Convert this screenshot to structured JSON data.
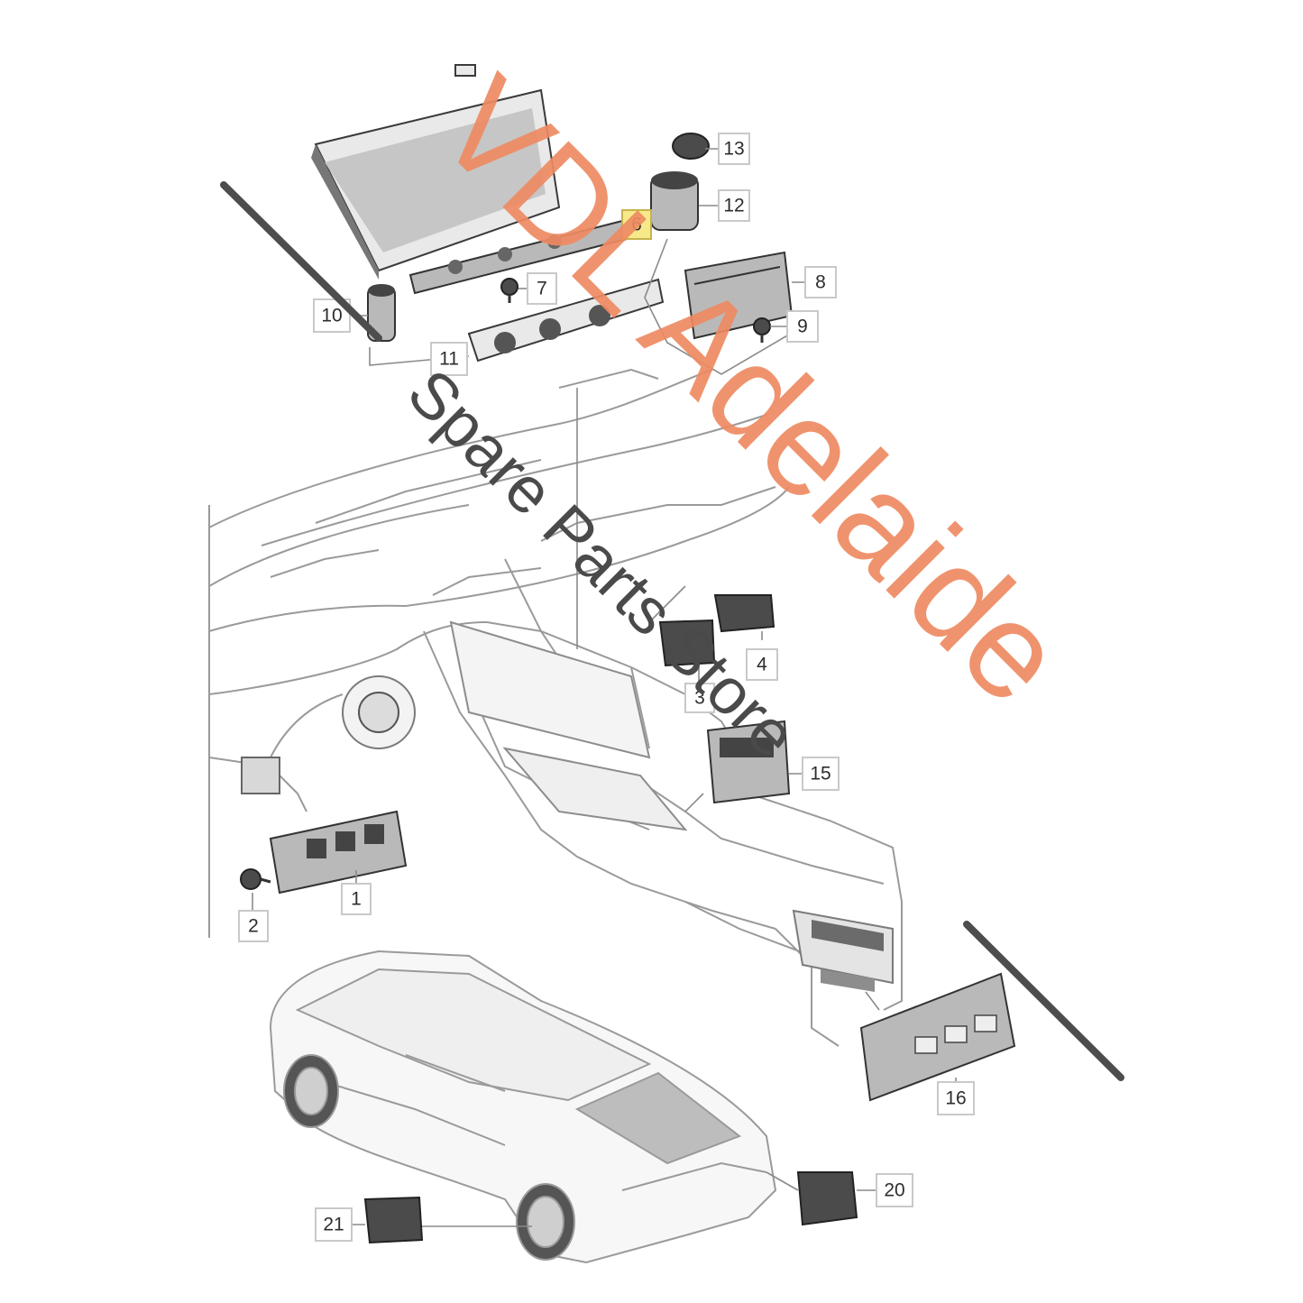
{
  "watermark": {
    "brand": "VDL Adelaide",
    "tagline": "Spare Parts Store",
    "brand_color": "#ee8a62",
    "tagline_color": "#4a4a4a"
  },
  "callouts": [
    "1",
    "2",
    "3",
    "4",
    "6",
    "7",
    "8",
    "9",
    "10",
    "11",
    "12",
    "13",
    "15",
    "16",
    "20",
    "21"
  ],
  "highlight_callout": "6",
  "highlight_color": "#f6e98a"
}
